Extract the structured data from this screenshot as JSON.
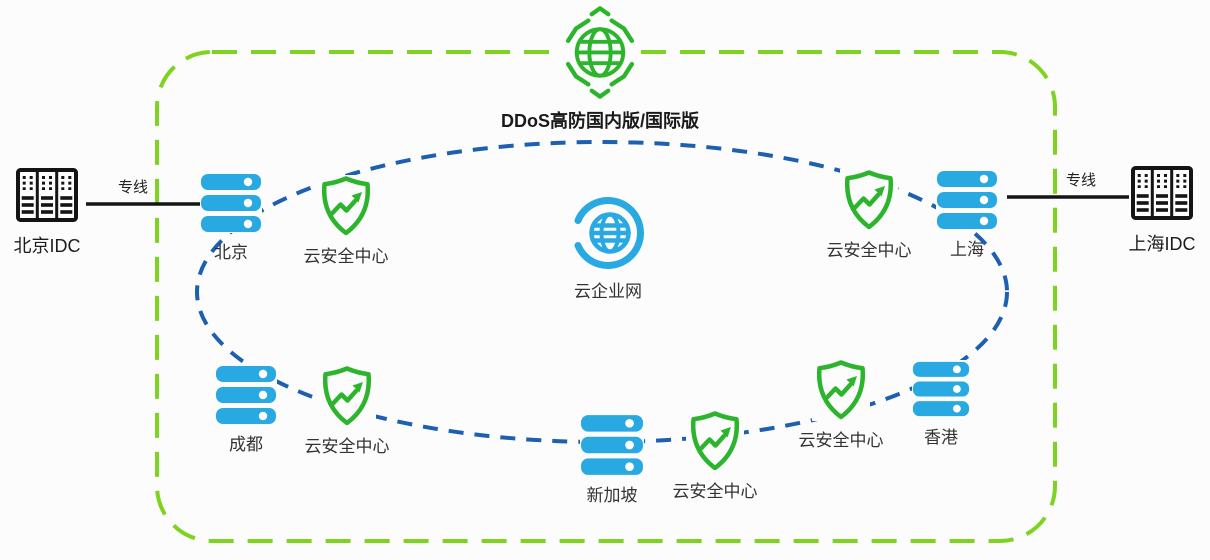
{
  "diagram": {
    "title": "DDoS高防国内版/国际版",
    "center_cloud": "云企业网",
    "security_center": "云安全中心",
    "left_idc": "北京IDC",
    "right_idc": "上海IDC",
    "dedicated_line": "专线",
    "nodes": {
      "beijing": "北京",
      "shanghai": "上海",
      "chengdu": "成都",
      "singapore": "新加坡",
      "hongkong": "香港"
    },
    "colors": {
      "server_blue": "#29a9e1",
      "shield_green": "#2cb52c",
      "border_green": "#7ed321",
      "ellipse_blue": "#1d5fb0",
      "idc_black": "#141414",
      "label_text": "#333333"
    }
  }
}
